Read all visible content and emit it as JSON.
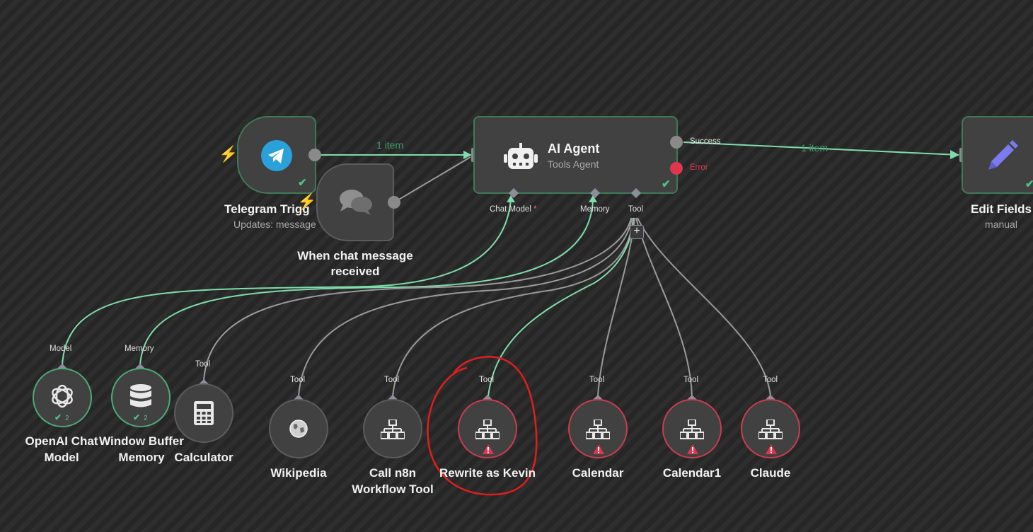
{
  "nodes": {
    "telegram": {
      "title": "Telegram Trigg",
      "subtitle": "Updates: message",
      "icon": "telegram-icon"
    },
    "chat": {
      "title_line1": "When chat message",
      "title_line2": "received",
      "icon": "chat-bubbles-icon"
    },
    "agent": {
      "title": "AI Agent",
      "subtitle": "Tools Agent",
      "icon": "robot-icon",
      "success_label": "Success",
      "error_label": "Error",
      "port_chat_model": "Chat Model",
      "required_marker": "*",
      "port_memory": "Memory",
      "port_tool": "Tool"
    },
    "edit": {
      "title": "Edit Fields",
      "subtitle": "manual",
      "icon": "pencil-icon"
    },
    "openai": {
      "title_line1": "OpenAI Chat",
      "title_line2": "Model",
      "port": "Model",
      "count": "2",
      "icon": "openai-icon"
    },
    "memory": {
      "title_line1": "Window Buffer",
      "title_line2": "Memory",
      "port": "Memory",
      "count": "2",
      "icon": "database-icon"
    },
    "calculator": {
      "title": "Calculator",
      "port": "Tool",
      "icon": "calculator-icon"
    },
    "wikipedia": {
      "title": "Wikipedia",
      "port": "Tool",
      "icon": "wikipedia-globe-icon"
    },
    "workflow": {
      "title_line1": "Call n8n",
      "title_line2": "Workflow Tool",
      "port": "Tool",
      "icon": "sitemap-icon"
    },
    "rewrite": {
      "title": "Rewrite as Kevin",
      "port": "Tool",
      "icon": "sitemap-icon",
      "status": "warning"
    },
    "calendar": {
      "title": "Calendar",
      "port": "Tool",
      "icon": "sitemap-icon",
      "status": "warning"
    },
    "calendar1": {
      "title": "Calendar1",
      "port": "Tool",
      "icon": "sitemap-icon",
      "status": "warning"
    },
    "claude": {
      "title": "Claude",
      "port": "Tool",
      "icon": "sitemap-icon",
      "status": "warning"
    }
  },
  "edges": {
    "telegram_to_agent": "1 item",
    "agent_to_edit": "1 item"
  },
  "colors": {
    "success": "#4fc38a",
    "error": "#e0364d",
    "wire": "#9a9a9a",
    "ai_wire": "#7fdcab",
    "telegram": "#2aa1da",
    "edit": "#7b7bf0",
    "annotation": "#e01e1e"
  },
  "add_tool_button": "+"
}
